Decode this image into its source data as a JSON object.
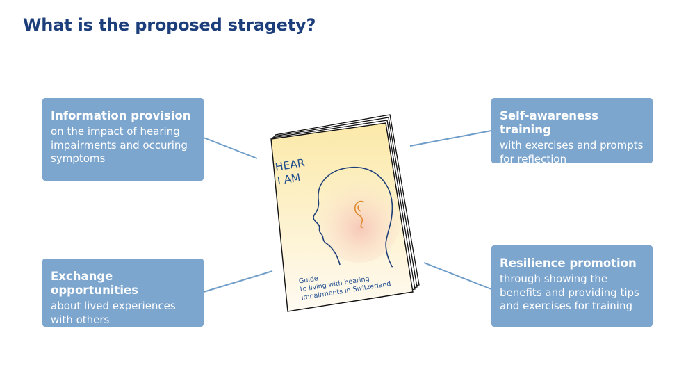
{
  "title": "What is the proposed stragety?",
  "boxes": {
    "info": {
      "heading": "Information provision",
      "body": "on the impact of hearing impairments and occuring symptoms"
    },
    "self": {
      "heading": "Self-awareness training",
      "body": "with exercises and prompts for reflection"
    },
    "exchange": {
      "heading": "Exchange opportunities",
      "body": "about lived experiences with others"
    },
    "resilience": {
      "heading": "Resilience promotion",
      "body": "through showing the benefits and providing tips and exercises for training"
    }
  },
  "booklet": {
    "title_line1": "HEAR",
    "title_line2": "I AM",
    "subtitle_line1": "Guide",
    "subtitle_line2": "to living with hearing",
    "subtitle_line3": "impairments in Switzerland"
  },
  "colors": {
    "title": "#1c3f7c",
    "box_fill": "#7da6cf",
    "box_text": "#ffffff",
    "connector": "#6f9dc9",
    "booklet_text": "#1f4d8f",
    "ear": "#e08a2e"
  },
  "icons": [
    "head-silhouette-icon",
    "ear-icon"
  ]
}
